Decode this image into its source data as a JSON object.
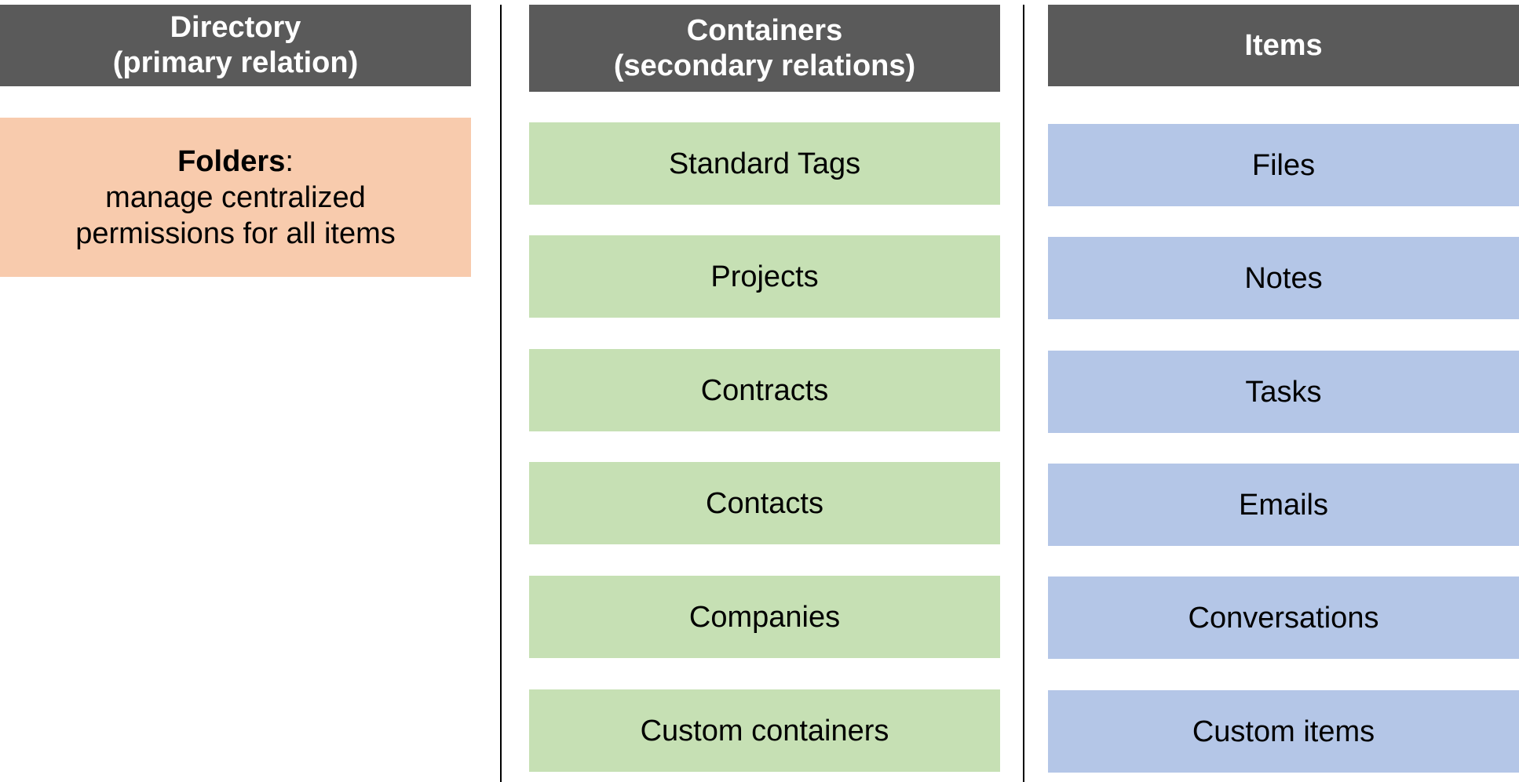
{
  "columns": {
    "directory": {
      "header_line1": "Directory",
      "header_line2": "(primary relation)",
      "folder": {
        "title": "Folders",
        "colon": ":",
        "line1": "manage centralized",
        "line2": "permissions for all items"
      }
    },
    "containers": {
      "header_line1": "Containers",
      "header_line2": "(secondary relations)",
      "items": [
        "Standard Tags",
        "Projects",
        "Contracts",
        "Contacts",
        "Companies",
        "Custom containers"
      ]
    },
    "items": {
      "header": "Items",
      "items": [
        "Files",
        "Notes",
        "Tasks",
        "Emails",
        "Conversations",
        "Custom items"
      ]
    }
  },
  "colors": {
    "header_bg": "#5a5a5a",
    "container_fill": "#c6e0b4",
    "item_fill": "#b4c6e7",
    "folder_fill": "#f8cbad"
  }
}
